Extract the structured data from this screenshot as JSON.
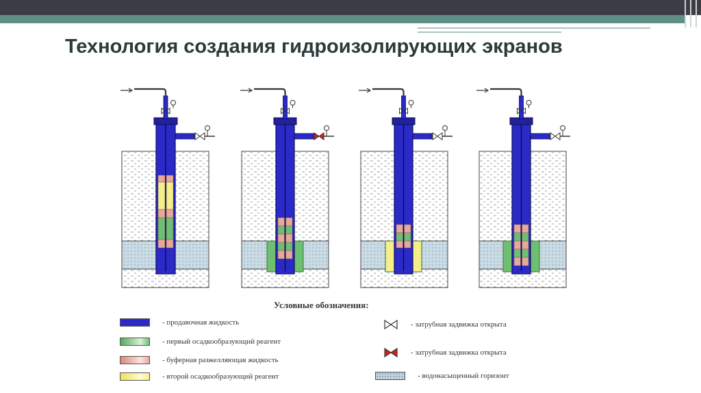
{
  "slide": {
    "title": "Технология создания гидроизолирующих экранов"
  },
  "colors": {
    "header_dark": "#3c3c44",
    "header_accent": "#5f8f86",
    "displacement_fluid": "#2a2ac8",
    "first_reagent": "#6fbf73",
    "buffer_fluid": "#e9a79a",
    "second_reagent": "#f5ef8a",
    "water_horizon": "#c2d6e0"
  },
  "diagram": {
    "stages": [
      {
        "id": "stage-1",
        "annulus_valve": "open"
      },
      {
        "id": "stage-2",
        "annulus_valve": "closed"
      },
      {
        "id": "stage-3",
        "annulus_valve": "open"
      },
      {
        "id": "stage-4",
        "annulus_valve": "open"
      }
    ]
  },
  "legend": {
    "title": "Условные обозначения:",
    "items": [
      {
        "key": "displacement",
        "icon": "swatch-blue",
        "label": "- продавочная жидкость"
      },
      {
        "key": "first_reagent",
        "icon": "swatch-green",
        "label": "- первый осадкообразующий реагент"
      },
      {
        "key": "buffer",
        "icon": "swatch-pink",
        "label": "- буферная разжелляющая жидкость"
      },
      {
        "key": "second_reagent",
        "icon": "swatch-yellow",
        "label": "- второй осадкообразующий реагент"
      },
      {
        "key": "valve_open",
        "icon": "valve-open-icon",
        "label": "- затрубная задвижка открыта"
      },
      {
        "key": "valve_closed",
        "icon": "valve-closed-icon",
        "label": "- затрубная задвижка открыта"
      },
      {
        "key": "water_horizon",
        "icon": "swatch-dotted",
        "label": "- водонасыщенный горизонт"
      }
    ]
  }
}
